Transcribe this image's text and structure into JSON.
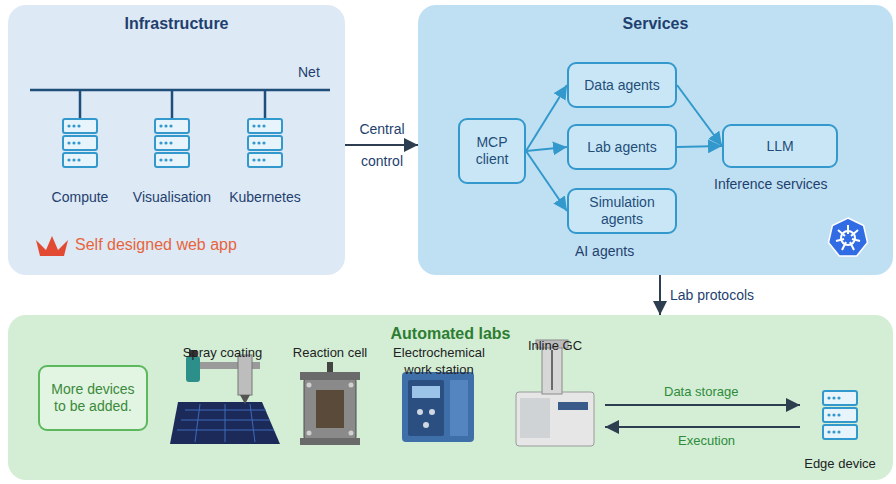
{
  "diagram": {
    "nodes": [
      {
        "text": [
          "Infrastructure"
        ]
      },
      {
        "text": [
          "Compute"
        ],
        "in": 0
      },
      {
        "text": [
          "Visualisation"
        ],
        "in": 0
      },
      {
        "text": [
          "Kubernetes"
        ],
        "in": 0
      },
      {
        "text": [
          "Services"
        ]
      },
      {
        "text": [
          "MCP client"
        ],
        "in": 4
      },
      {
        "text": [
          "Data agents"
        ],
        "in": 4
      },
      {
        "text": [
          "Lab agents"
        ],
        "in": 4
      },
      {
        "text": [
          "Simulation agents"
        ],
        "in": 4
      },
      {
        "text": [
          "LLM"
        ],
        "in": 4
      },
      {
        "text": [
          "Automated labs"
        ]
      },
      {
        "text": [
          "More devices to be added."
        ],
        "in": 10
      },
      {
        "text": [
          "Spray coating"
        ],
        "in": 10
      },
      {
        "text": [
          "Reaction cell"
        ],
        "in": 10
      },
      {
        "text": [
          "Electrochemical work station"
        ],
        "in": 10
      },
      {
        "text": [
          "Inline GC"
        ],
        "in": 10
      },
      {
        "text": [
          "Edge device"
        ],
        "in": 10
      }
    ],
    "edges": [
      {
        "from": 0,
        "to": 4,
        "arrow": "to",
        "label": "Central control"
      },
      {
        "from": 4,
        "to": 10,
        "arrow": "to",
        "label": "Lab protocols"
      },
      {
        "from": 5,
        "to": 6,
        "arrow": "to"
      },
      {
        "from": 5,
        "to": 7,
        "arrow": "to"
      },
      {
        "from": 5,
        "to": 8,
        "arrow": "to"
      },
      {
        "from": 6,
        "to": 9,
        "arrow": "to"
      },
      {
        "from": 7,
        "to": 9,
        "arrow": "to"
      },
      {
        "from": 15,
        "to": 16,
        "arrow": "to",
        "label": "Data storage"
      },
      {
        "from": 16,
        "to": 15,
        "arrow": "to",
        "label": "Execution"
      }
    ],
    "labels": [
      "Net",
      "Self designed web app",
      "AI agents",
      "Inference services"
    ]
  }
}
